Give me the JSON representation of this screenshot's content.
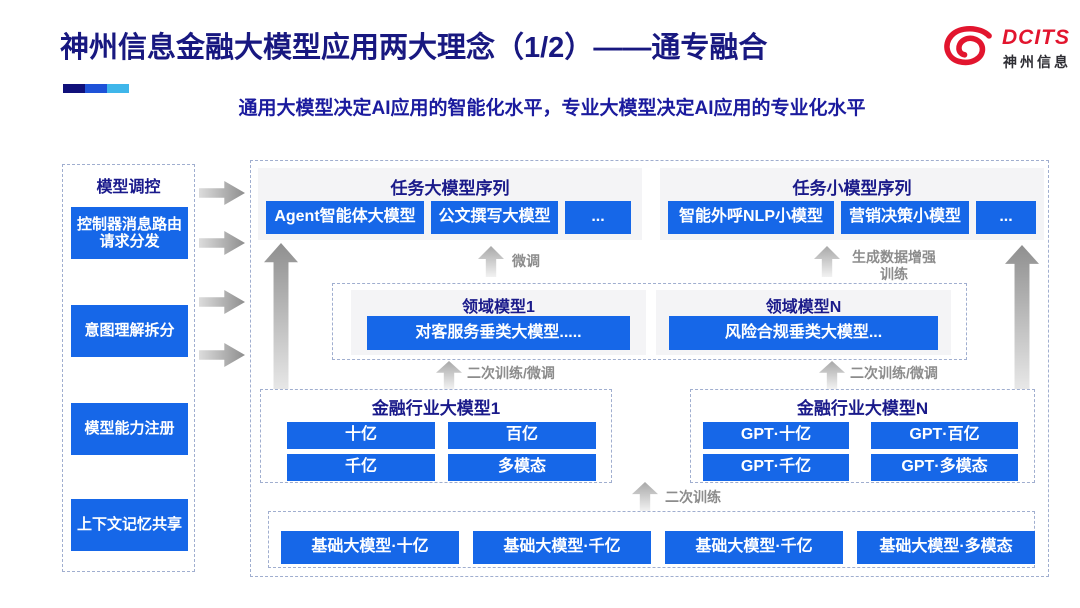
{
  "slide": {
    "title": "神州信息金融大模型应用两大理念（1/2）——通专融合",
    "subtitle": "通用大模型决定AI应用的智能化水平，专业大模型决定AI应用的专业化水平"
  },
  "logo": {
    "name": "DCITS",
    "name_cn": "神州信息"
  },
  "colors": {
    "button_blue": "#1667E8",
    "title_navy": "#181880",
    "subtitle_blue": "#1B1B9E",
    "brand_red": "#E2152E",
    "label_gray": "#8C8C8C",
    "panel_gray": "#F4F4F6"
  },
  "sidebar": {
    "title": "模型调控",
    "items": [
      "控制器消息路由请求分发",
      "意图理解拆分",
      "模型能力注册",
      "上下文记忆共享"
    ]
  },
  "task_large": {
    "title": "任务大模型序列",
    "items": [
      "Agent智能体大模型",
      "公文撰写大模型",
      "..."
    ]
  },
  "task_small": {
    "title": "任务小模型序列",
    "items": [
      "智能外呼NLP小模型",
      "营销决策小模型",
      "..."
    ]
  },
  "domain_models": {
    "left": {
      "title": "领域模型1",
      "item": "对客服务垂类大模型....."
    },
    "right": {
      "title": "领域模型N",
      "item": "风险合规垂类大模型..."
    }
  },
  "industry_models": {
    "left": {
      "title": "金融行业大模型1",
      "items": [
        "十亿",
        "百亿",
        "千亿",
        "多模态"
      ]
    },
    "right": {
      "title": "金融行业大模型N",
      "items": [
        "GPT·十亿",
        "GPT·百亿",
        "GPT·千亿",
        "GPT·多模态"
      ]
    }
  },
  "base_models": {
    "items": [
      "基础大模型·十亿",
      "基础大模型·千亿",
      "基础大模型·千亿",
      "基础大模型·多模态"
    ]
  },
  "labels": {
    "fine_tune": "微调",
    "gen_data_training": "生成数据增强训练",
    "retrain_finetune_left": "二次训练/微调",
    "retrain_finetune_right": "二次训练/微调",
    "retrain": "二次训练"
  }
}
